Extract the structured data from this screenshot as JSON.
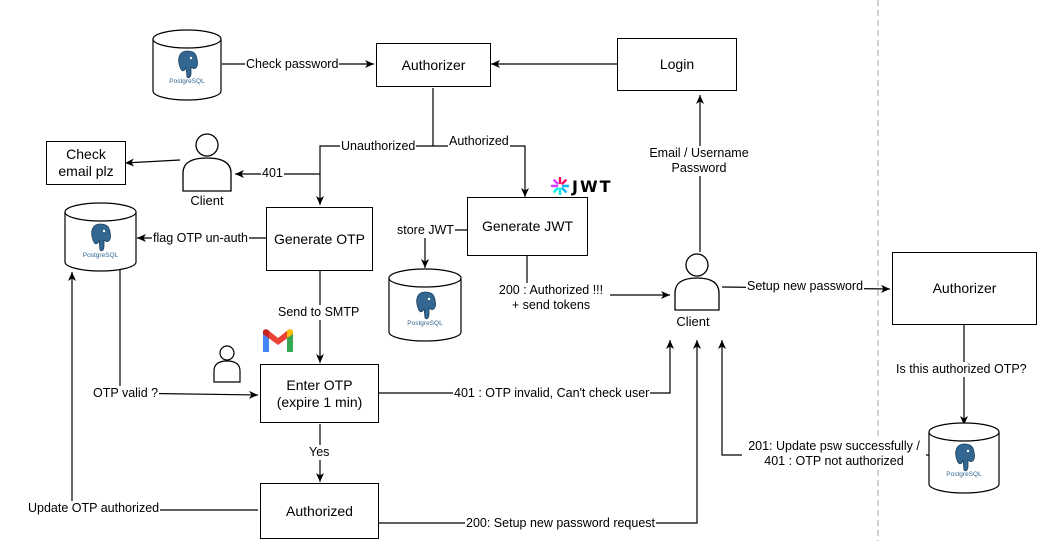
{
  "boxes": {
    "authorizer_top": "Authorizer",
    "login": "Login",
    "check_email": "Check\nemail plz",
    "generate_otp": "Generate OTP",
    "generate_jwt": "Generate JWT",
    "enter_otp": "Enter OTP\n(expire 1 min)",
    "authorized": "Authorized",
    "authorizer_right": "Authorizer"
  },
  "actors": {
    "client_left": "Client",
    "client_right": "Client"
  },
  "logos": {
    "db_text": "PostgreSQL",
    "jwt_text": "JWT"
  },
  "labels": {
    "check_password": "Check password",
    "unauthorized": "Unauthorized",
    "authorized": "Authorized",
    "code_401": "401",
    "flag_otp": "flag OTP un-auth",
    "store_jwt": "store JWT",
    "email_username": "Email / Username\nPassword",
    "authorized_200": "200 : Authorized !!!\n+ send tokens",
    "setup_new_password": "Setup new password",
    "send_to_smtp": "Send to SMTP",
    "otp_valid": "OTP valid ?",
    "otp_invalid": "401 : OTP invalid, Can't check user",
    "yes": "Yes",
    "is_authorized_otp": "Is this authorized OTP?",
    "update_psw": "201: Update psw successfully /\n401 : OTP not authorized",
    "update_otp_authorized": "Update OTP authorized",
    "setup_request_200": "200: Setup new password request"
  },
  "colors": {
    "line": "#000000",
    "divider": "#b3b3b3",
    "jwt_pink": "#d63aff",
    "jwt_cyan": "#00b9f1",
    "gmail_red": "#ea4335",
    "gmail_blue": "#4285f4",
    "gmail_green": "#34a853",
    "gmail_yellow": "#fbbc04",
    "pg_blue": "#336791"
  }
}
